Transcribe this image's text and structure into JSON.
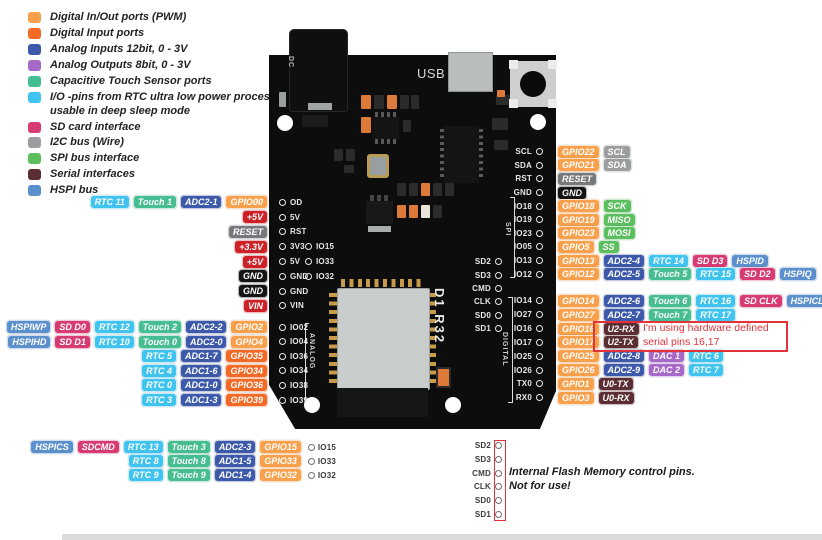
{
  "colors": {
    "pwm": "#F8A04C",
    "input": "#F26A25",
    "adc": "#3D59A9",
    "dac": "#A868C8",
    "touch": "#46BE91",
    "rtc": "#40C3EF",
    "sd": "#D63C72",
    "i2c": "#9B9D9F",
    "spi": "#5CBF5F",
    "serial": "#5B2E33",
    "hspi": "#5C90CC",
    "power": "#CC2127",
    "reset": "#77787B",
    "gnd": "#141414",
    "note_red": "#E2333B"
  },
  "legend": {
    "items": [
      {
        "label": "Digital In/Out ports (PWM)",
        "cat": "pwm"
      },
      {
        "label": "Digital Input ports",
        "cat": "input"
      },
      {
        "label": "Analog Inputs 12bit, 0 - 3V",
        "cat": "adc"
      },
      {
        "label": "Analog Outputs 8bit, 0 - 3V",
        "cat": "dac"
      },
      {
        "label": "Capacitive Touch Sensor ports",
        "cat": "touch"
      },
      {
        "label": "I/O -pins from RTC ultra low power processor,\nusable in deep sleep mode",
        "cat": "rtc"
      },
      {
        "label": "SD card interface",
        "cat": "sd"
      },
      {
        "label": "I2C bus (Wire)",
        "cat": "i2c"
      },
      {
        "label": "SPI bus interface",
        "cat": "spi"
      },
      {
        "label": "Serial interfaces",
        "cat": "serial"
      },
      {
        "label": "HSPI bus",
        "cat": "hspi"
      }
    ]
  },
  "board": {
    "usb_label": "USB",
    "dc_label": "DC",
    "model_label": "D1 R32",
    "analog_label": "ANALOG",
    "spi_label": "SPI",
    "digital_label": "DIGITAL",
    "pins": {
      "left_outer_a": [
        "OD",
        "5V",
        "RST",
        "3V3",
        "5V",
        "GND",
        "GND",
        "VIN"
      ],
      "left_inner": [
        "IO15",
        "IO33",
        "IO32"
      ],
      "left_outer_b": [
        "IO02",
        "IO04",
        "IO36",
        "IO34",
        "IO38",
        "IO39"
      ],
      "right_outer_a": [
        "SCL",
        "SDA",
        "RST",
        "GND",
        "IO18",
        "IO19",
        "IO23",
        "IO05",
        "IO13",
        "IO12"
      ],
      "right_outer_b": [
        "IO14",
        "IO27",
        "IO16",
        "IO17",
        "IO25",
        "IO26",
        "TX0",
        "RX0"
      ],
      "right_inner": [
        "SD2",
        "SD3",
        "CMD",
        "CLK",
        "SD0",
        "SD1"
      ]
    }
  },
  "pin_groups": {
    "left_top": {
      "rows": [
        {
          "chips": [
            {
              "label": "RTC 11",
              "cat": "rtc"
            },
            {
              "label": "Touch 1",
              "cat": "touch"
            },
            {
              "label": "ADC2-1",
              "cat": "adc"
            },
            {
              "label": "GPIO00",
              "cat": "pwm"
            }
          ]
        },
        {
          "chips": [
            {
              "label": "+5V",
              "cat": "power"
            }
          ]
        },
        {
          "chips": [
            {
              "label": "RESET",
              "cat": "reset"
            }
          ]
        },
        {
          "chips": [
            {
              "label": "+3.3V",
              "cat": "power"
            }
          ]
        },
        {
          "chips": [
            {
              "label": "+5V",
              "cat": "power"
            }
          ]
        },
        {
          "chips": [
            {
              "label": "GND",
              "cat": "gnd"
            }
          ]
        },
        {
          "chips": [
            {
              "label": "GND",
              "cat": "gnd"
            }
          ]
        },
        {
          "chips": [
            {
              "label": "VIN",
              "cat": "power"
            }
          ]
        }
      ]
    },
    "left_mid": {
      "rows": [
        {
          "chips": [
            {
              "label": "HSPIWP",
              "cat": "hspi"
            },
            {
              "label": "SD D0",
              "cat": "sd"
            },
            {
              "label": "RTC 12",
              "cat": "rtc"
            },
            {
              "label": "Touch 2",
              "cat": "touch"
            },
            {
              "label": "ADC2-2",
              "cat": "adc"
            },
            {
              "label": "GPIO2",
              "cat": "pwm"
            }
          ]
        },
        {
          "chips": [
            {
              "label": "HSPIHD",
              "cat": "hspi"
            },
            {
              "label": "SD D1",
              "cat": "sd"
            },
            {
              "label": "RTC 10",
              "cat": "rtc"
            },
            {
              "label": "Touch 0",
              "cat": "touch"
            },
            {
              "label": "ADC2-0",
              "cat": "adc"
            },
            {
              "label": "GPIO4",
              "cat": "pwm"
            }
          ]
        },
        {
          "chips": [
            {
              "label": "RTC 5",
              "cat": "rtc"
            },
            {
              "label": "ADC1-7",
              "cat": "adc"
            },
            {
              "label": "GPIO35",
              "cat": "input"
            }
          ]
        },
        {
          "chips": [
            {
              "label": "RTC 4",
              "cat": "rtc"
            },
            {
              "label": "ADC1-6",
              "cat": "adc"
            },
            {
              "label": "GPIO34",
              "cat": "input"
            }
          ]
        },
        {
          "chips": [
            {
              "label": "RTC 0",
              "cat": "rtc"
            },
            {
              "label": "ADC1-0",
              "cat": "adc"
            },
            {
              "label": "GPIO36",
              "cat": "input"
            }
          ]
        },
        {
          "chips": [
            {
              "label": "RTC 3",
              "cat": "rtc"
            },
            {
              "label": "ADC1-3",
              "cat": "adc"
            },
            {
              "label": "GPIO39",
              "cat": "input"
            }
          ]
        }
      ]
    },
    "left_bottom": {
      "rows": [
        {
          "chips": [
            {
              "label": "HSPICS",
              "cat": "hspi"
            },
            {
              "label": "SDCMD",
              "cat": "sd"
            },
            {
              "label": "RTC 13",
              "cat": "rtc"
            },
            {
              "label": "Touch 3",
              "cat": "touch"
            },
            {
              "label": "ADC2-3",
              "cat": "adc"
            },
            {
              "label": "GPIO15",
              "cat": "pwm"
            }
          ],
          "pin": "IO15"
        },
        {
          "chips": [
            {
              "label": "RTC 8",
              "cat": "rtc"
            },
            {
              "label": "Touch 8",
              "cat": "touch"
            },
            {
              "label": "ADC1-5",
              "cat": "adc"
            },
            {
              "label": "GPIO33",
              "cat": "pwm"
            }
          ],
          "pin": "IO33"
        },
        {
          "chips": [
            {
              "label": "RTC 9",
              "cat": "rtc"
            },
            {
              "label": "Touch 9",
              "cat": "touch"
            },
            {
              "label": "ADC1-4",
              "cat": "adc"
            },
            {
              "label": "GPIO32",
              "cat": "pwm"
            }
          ],
          "pin": "IO32"
        }
      ]
    },
    "right_top": {
      "rows": [
        {
          "chips": [
            {
              "label": "GPIO22",
              "cat": "pwm"
            },
            {
              "label": "SCL",
              "cat": "i2c"
            }
          ]
        },
        {
          "chips": [
            {
              "label": "GPIO21",
              "cat": "pwm"
            },
            {
              "label": "SDA",
              "cat": "i2c"
            }
          ]
        },
        {
          "chips": [
            {
              "label": "RESET",
              "cat": "reset"
            }
          ]
        },
        {
          "chips": [
            {
              "label": "GND",
              "cat": "gnd"
            }
          ]
        },
        {
          "chips": [
            {
              "label": "GPIO18",
              "cat": "pwm"
            },
            {
              "label": "SCK",
              "cat": "spi"
            }
          ]
        },
        {
          "chips": [
            {
              "label": "GPIO19",
              "cat": "pwm"
            },
            {
              "label": "MISO",
              "cat": "spi"
            }
          ]
        },
        {
          "chips": [
            {
              "label": "GPIO23",
              "cat": "pwm"
            },
            {
              "label": "MOSI",
              "cat": "spi"
            }
          ]
        },
        {
          "chips": [
            {
              "label": "GPIO5",
              "cat": "pwm"
            },
            {
              "label": "SS",
              "cat": "spi"
            }
          ]
        },
        {
          "chips": [
            {
              "label": "GPIO13",
              "cat": "pwm"
            },
            {
              "label": "ADC2-4",
              "cat": "adc"
            },
            {
              "label": "RTC 14",
              "cat": "rtc"
            },
            {
              "label": "SD D3",
              "cat": "sd"
            },
            {
              "label": "HSPID",
              "cat": "hspi"
            }
          ]
        },
        {
          "chips": [
            {
              "label": "GPIO12",
              "cat": "pwm"
            },
            {
              "label": "ADC2-5",
              "cat": "adc"
            },
            {
              "label": "Touch 5",
              "cat": "touch"
            },
            {
              "label": "RTC 15",
              "cat": "rtc"
            },
            {
              "label": "SD D2",
              "cat": "sd"
            },
            {
              "label": "HSPIQ",
              "cat": "hspi"
            }
          ]
        }
      ]
    },
    "right_bottom": {
      "rows": [
        {
          "chips": [
            {
              "label": "GPIO14",
              "cat": "pwm"
            },
            {
              "label": "ADC2-6",
              "cat": "adc"
            },
            {
              "label": "Touch 6",
              "cat": "touch"
            },
            {
              "label": "RTC 16",
              "cat": "rtc"
            },
            {
              "label": "SD CLK",
              "cat": "sd"
            },
            {
              "label": "HSPICL",
              "cat": "hspi"
            }
          ]
        },
        {
          "chips": [
            {
              "label": "GPIO27",
              "cat": "pwm"
            },
            {
              "label": "ADC2-7",
              "cat": "adc"
            },
            {
              "label": "Touch 7",
              "cat": "touch"
            },
            {
              "label": "RTC 17",
              "cat": "rtc"
            }
          ]
        },
        {
          "chips": [
            {
              "label": "GPIO16",
              "cat": "pwm"
            },
            {
              "label": "U2-RX",
              "cat": "serial"
            }
          ]
        },
        {
          "chips": [
            {
              "label": "GPIO17",
              "cat": "pwm"
            },
            {
              "label": "U2-TX",
              "cat": "serial"
            }
          ]
        },
        {
          "chips": [
            {
              "label": "GPIO25",
              "cat": "pwm"
            },
            {
              "label": "ADC2-8",
              "cat": "adc"
            },
            {
              "label": "DAC 1",
              "cat": "dac"
            },
            {
              "label": "RTC 6",
              "cat": "rtc"
            }
          ]
        },
        {
          "chips": [
            {
              "label": "GPIO26",
              "cat": "pwm"
            },
            {
              "label": "ADC2-9",
              "cat": "adc"
            },
            {
              "label": "DAC 2",
              "cat": "dac"
            },
            {
              "label": "RTC 7",
              "cat": "rtc"
            }
          ]
        },
        {
          "chips": [
            {
              "label": "GPIO1",
              "cat": "pwm"
            },
            {
              "label": "U0-TX",
              "cat": "serial"
            }
          ]
        },
        {
          "chips": [
            {
              "label": "GPIO3",
              "cat": "pwm"
            },
            {
              "label": "U0-RX",
              "cat": "serial"
            }
          ]
        }
      ]
    }
  },
  "flash_pins": [
    "SD2",
    "SD3",
    "CMD",
    "CLK",
    "SD0",
    "SD1"
  ],
  "notes": {
    "serial_line1": "I'm using hardware defined",
    "serial_line2": "serial pins 16,17",
    "flash_line1": "Internal Flash Memory control pins.",
    "flash_line2": "Not for use!"
  }
}
